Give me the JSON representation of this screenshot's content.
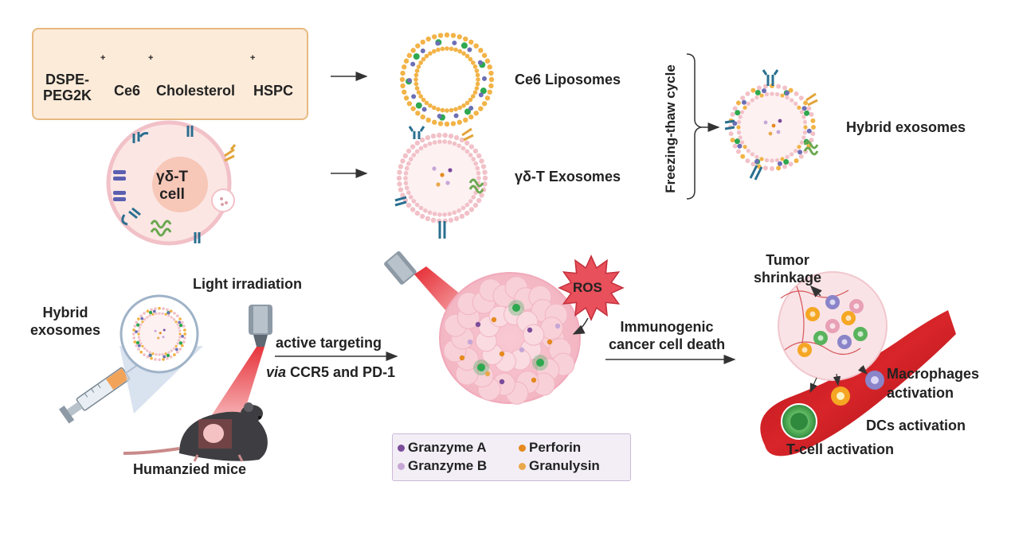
{
  "materials": {
    "dspe_peg2k": "DSPE-\nPEG2K",
    "ce6": "Ce6",
    "cholesterol": "Cholesterol",
    "hspc": "HSPC",
    "plus_sign": "+"
  },
  "gdt_cell": {
    "label": "γδ-T\ncell"
  },
  "vesicles": {
    "ce6_liposomes": "Ce6 Liposomes",
    "gdt_exosomes": "γδ-T Exosomes",
    "process": "Freezing-thaw cycle",
    "hybrid_exosomes": "Hybrid exosomes"
  },
  "treatment": {
    "hybrid_exosomes": "Hybrid\nexosomes",
    "light_irradiation": "Light irradiation",
    "mice": "Humanzied mice",
    "targeting_line1": "active targeting",
    "targeting_via": "via",
    "targeting_line2": "CCR5 and PD-1"
  },
  "tumor": {
    "ros": "ROS",
    "icd": "Immunogenic\ncancer cell death"
  },
  "legend": {
    "granzyme_a": "Granzyme A",
    "granzyme_b": "Granzyme B",
    "perforin": "Perforin",
    "granulysin": "Granulysin",
    "colors": {
      "granzyme_a": "#7b4c9a",
      "granzyme_b": "#c6a6d6",
      "perforin": "#e58a1f",
      "granulysin": "#e8a84a"
    }
  },
  "outcomes": {
    "tumor_shrinkage": "Tumor\nshrinkage",
    "macrophages": "Macrophages\nactivation",
    "dcs": "DCs activation",
    "tcell": "T-cell activation"
  },
  "colors": {
    "lipid_orange": "#f2b347",
    "ce6_green": "#2ea84f",
    "cholesterol_blue": "#6c6fb5",
    "membrane_pink": "#f2c1c8",
    "cell_fill": "#fbe6e4",
    "nucleus": "#f7c7b8",
    "laser_red": "#e41e26",
    "vessel_red": "#c8191e",
    "receptor_blue": "#2a6f8f",
    "receptor_green": "#6aa84f",
    "receptor_gold": "#e2a43a"
  }
}
